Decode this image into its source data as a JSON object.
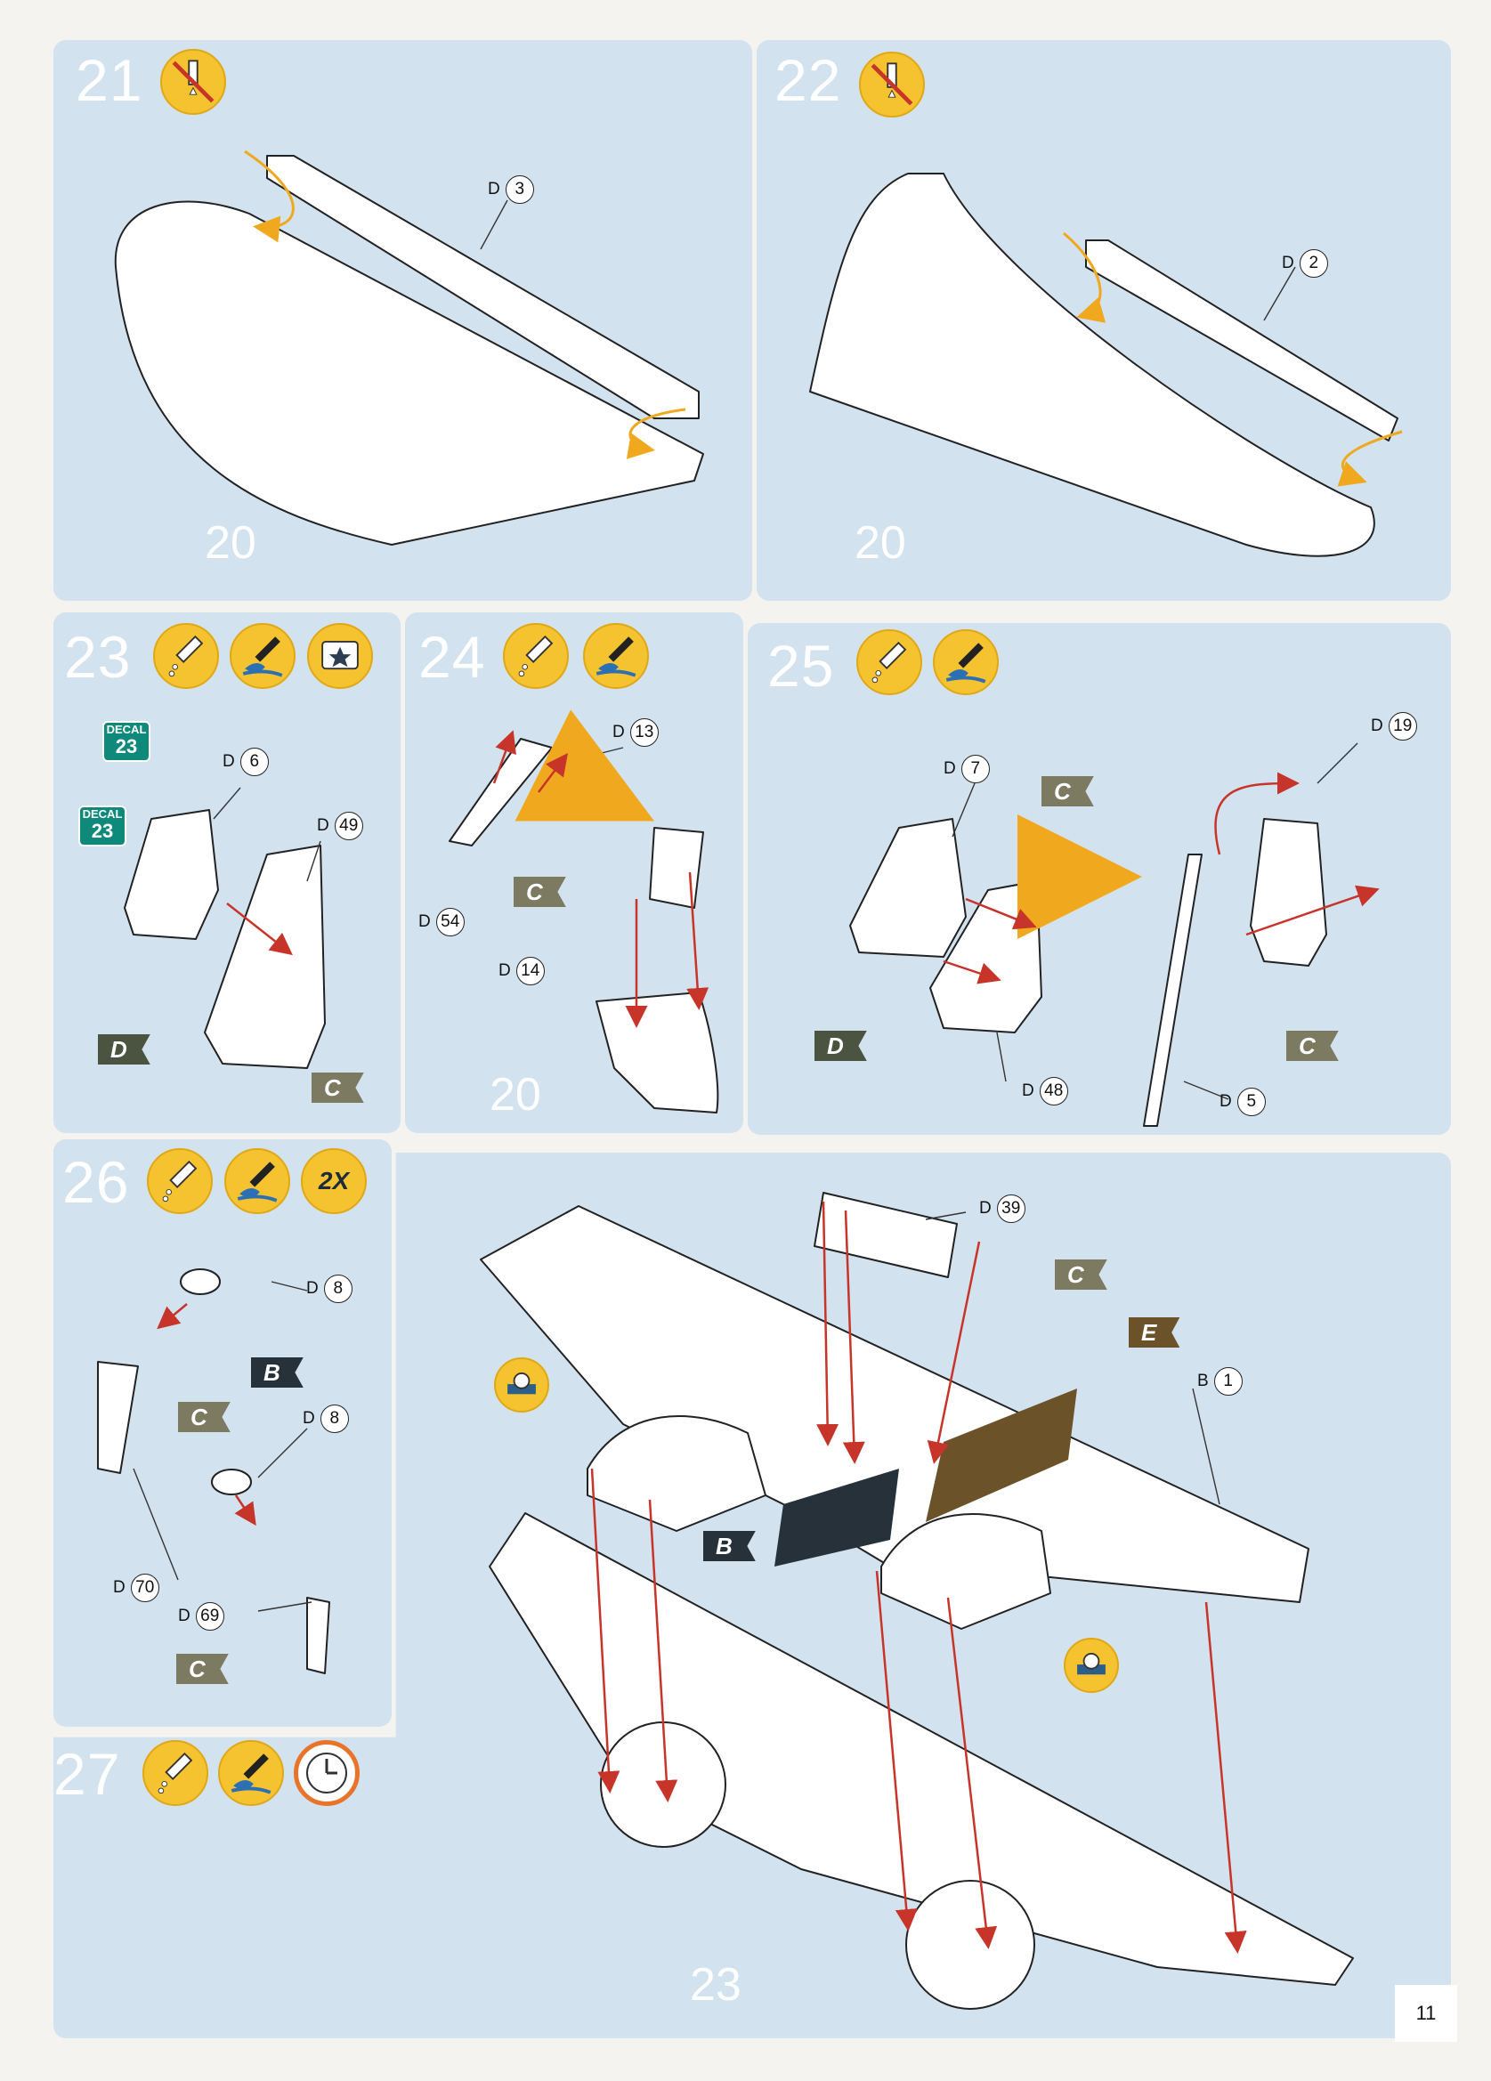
{
  "page": {
    "number": "11"
  },
  "steps": {
    "s21": {
      "num": "21",
      "parts": [
        {
          "prefix": "D",
          "num": "3"
        }
      ],
      "sub": "20"
    },
    "s22": {
      "num": "22",
      "parts": [
        {
          "prefix": "D",
          "num": "2"
        }
      ],
      "sub": "20"
    },
    "s23": {
      "num": "23",
      "decal_label": "DECAL",
      "decal_num": "23",
      "parts": [
        {
          "prefix": "D",
          "num": "6"
        },
        {
          "prefix": "D",
          "num": "49"
        }
      ],
      "flags": [
        "D",
        "C"
      ]
    },
    "s24": {
      "num": "24",
      "parts": [
        {
          "prefix": "D",
          "num": "13"
        },
        {
          "prefix": "D",
          "num": "54"
        },
        {
          "prefix": "D",
          "num": "14"
        }
      ],
      "flags": [
        "C"
      ],
      "sub": "20"
    },
    "s25": {
      "num": "25",
      "parts": [
        {
          "prefix": "D",
          "num": "7"
        },
        {
          "prefix": "D",
          "num": "19"
        },
        {
          "prefix": "D",
          "num": "48"
        },
        {
          "prefix": "D",
          "num": "5"
        }
      ],
      "flags": [
        "C",
        "D",
        "C"
      ]
    },
    "s26": {
      "num": "26",
      "badge": "2X",
      "parts": [
        {
          "prefix": "D",
          "num": "8"
        },
        {
          "prefix": "D",
          "num": "8"
        },
        {
          "prefix": "D",
          "num": "70"
        },
        {
          "prefix": "D",
          "num": "69"
        }
      ],
      "flags": [
        "B",
        "C",
        "C"
      ]
    },
    "s27": {
      "num": "27",
      "parts": [
        {
          "prefix": "D",
          "num": "39"
        },
        {
          "prefix": "B",
          "num": "1"
        }
      ],
      "flags": [
        "C",
        "E",
        "B"
      ],
      "sub": "23"
    }
  },
  "colors": {
    "panel": "#d3e2ef",
    "icon": "#f5c330",
    "arrow_red": "#c7342a",
    "arrow_orange": "#f0a81e",
    "flag_C": "#7d7a62",
    "flag_D": "#4b5440",
    "flag_B": "#26313a",
    "flag_E": "#6b5229",
    "decal": "#0f8a7a"
  },
  "icons": [
    "no-glue-icon",
    "glue-icon",
    "paint-brush-icon",
    "decal-icon",
    "clock-dry-icon",
    "tape-icon"
  ]
}
